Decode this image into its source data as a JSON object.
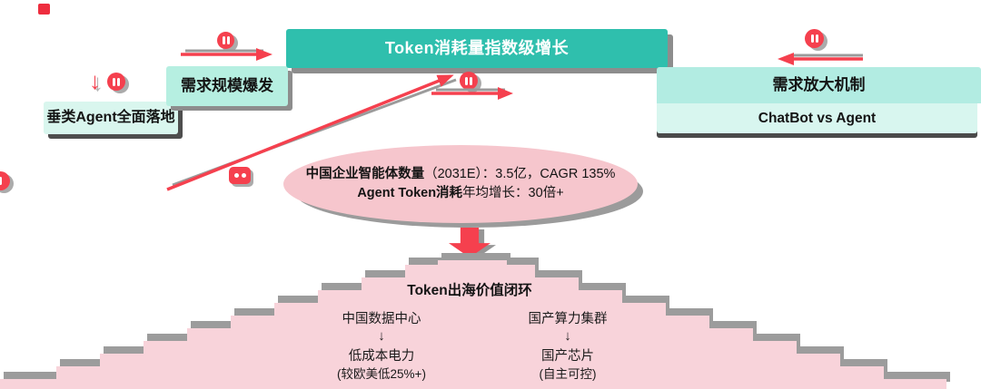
{
  "colors": {
    "teal": "#2fbfad",
    "mint": "#b6efe1",
    "mint_light": "#d9f6ee",
    "mint_right": "#b2ece2",
    "mint_right_light": "#d8f6ef",
    "pink_ellipse": "#f6c6cd",
    "pink_mountain": "#f8d3da",
    "red_accent": "#f5404e",
    "shadow_gray": "#8d8d8d"
  },
  "header": {
    "title": "Token消耗量指数级增长"
  },
  "left_flow": {
    "box_bottom": "垂类Agent全面落地",
    "box_top": "需求规模爆发",
    "down_arrow_glyph": "↓"
  },
  "right_flow": {
    "box_top": "需求放大机制",
    "box_bottom": "ChatBot vs Agent"
  },
  "ellipse": {
    "line1_bold": "中国企业智能体数量",
    "line1_rest": "（2031E）：3.5亿，CAGR 135%",
    "line2_bold": "Agent Token消耗",
    "line2_rest": "年均增长：30倍+"
  },
  "funnel": {
    "title": "Token出海价值闭环",
    "left": {
      "item": "中国数据中心",
      "arrow": "↓",
      "result": "低成本电力",
      "note": "(较欧美低25%+)"
    },
    "right": {
      "item": "国产算力集群",
      "arrow": "↓",
      "result": "国产芯片",
      "note": "(自主可控)"
    }
  }
}
